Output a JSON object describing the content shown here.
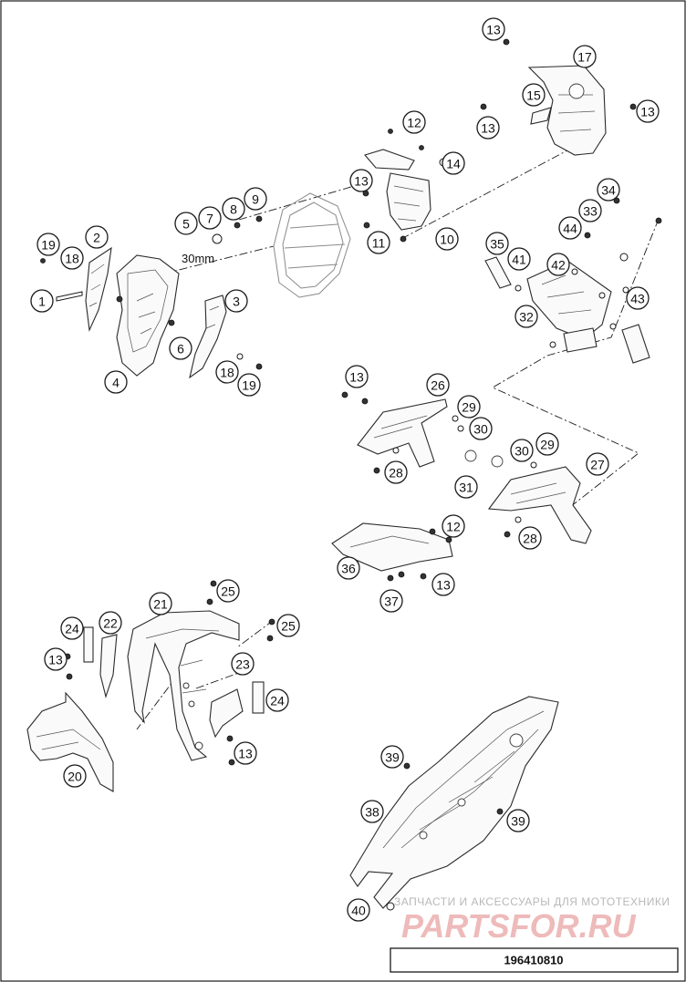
{
  "diagram": {
    "callouts": [
      "13",
      "17",
      "15",
      "13",
      "13",
      "12",
      "14",
      "13",
      "11",
      "10",
      "34",
      "33",
      "44",
      "35",
      "41",
      "42",
      "43",
      "32",
      "5",
      "7",
      "8",
      "9",
      "19",
      "2",
      "18",
      "3",
      "1",
      "6",
      "4",
      "18",
      "19",
      "30mm",
      "13",
      "26",
      "29",
      "30",
      "28",
      "30",
      "29",
      "27",
      "31",
      "28",
      "12",
      "36",
      "13",
      "37",
      "25",
      "21",
      "24",
      "22",
      "13",
      "25",
      "23",
      "24",
      "20",
      "13",
      "39",
      "38",
      "39",
      "40"
    ],
    "dimension_note": "30mm"
  },
  "watermark": {
    "line1": "ЗАПЧАСТИ И АКСЕССУАРЫ ДЛЯ МОТОТЕХНИКИ",
    "line2": "PARTSFOR.RU"
  },
  "document_number": "196410810"
}
